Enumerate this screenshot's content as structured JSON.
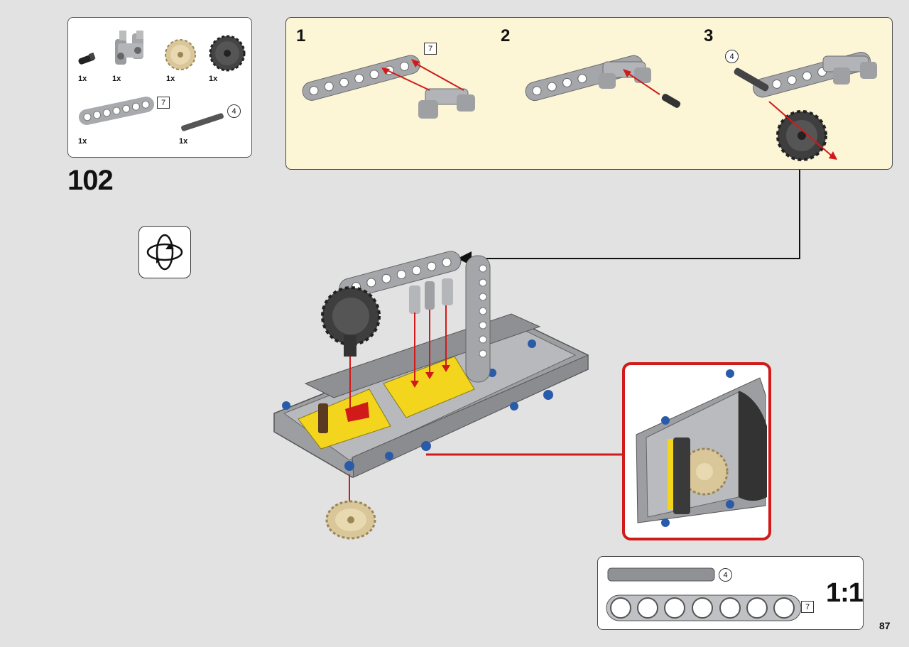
{
  "parts": {
    "items": [
      {
        "qty": "1x",
        "icon": "connector-peg-black-icon"
      },
      {
        "qty": "1x",
        "icon": "cross-block-gray-icon"
      },
      {
        "qty": "1x",
        "icon": "gear-tan-20-icon"
      },
      {
        "qty": "1x",
        "icon": "gear-dark-24-icon"
      },
      {
        "qty": "1x",
        "icon": "beam-7-icon",
        "size": "7"
      },
      {
        "qty": "1x",
        "icon": "axle-4-icon",
        "size": "4"
      }
    ]
  },
  "step": {
    "number": "102"
  },
  "substeps": [
    {
      "label": "1",
      "callout": "7"
    },
    {
      "label": "2"
    },
    {
      "label": "3",
      "callout": "4"
    }
  ],
  "scale": {
    "axle_size": "4",
    "beam_size": "7",
    "label": "1:1"
  },
  "page": {
    "number": "87"
  },
  "colors": {
    "callout_border": "#d11a1a",
    "subpanel_bg": "#fcf5d6",
    "arrow": "#d11a1a"
  }
}
